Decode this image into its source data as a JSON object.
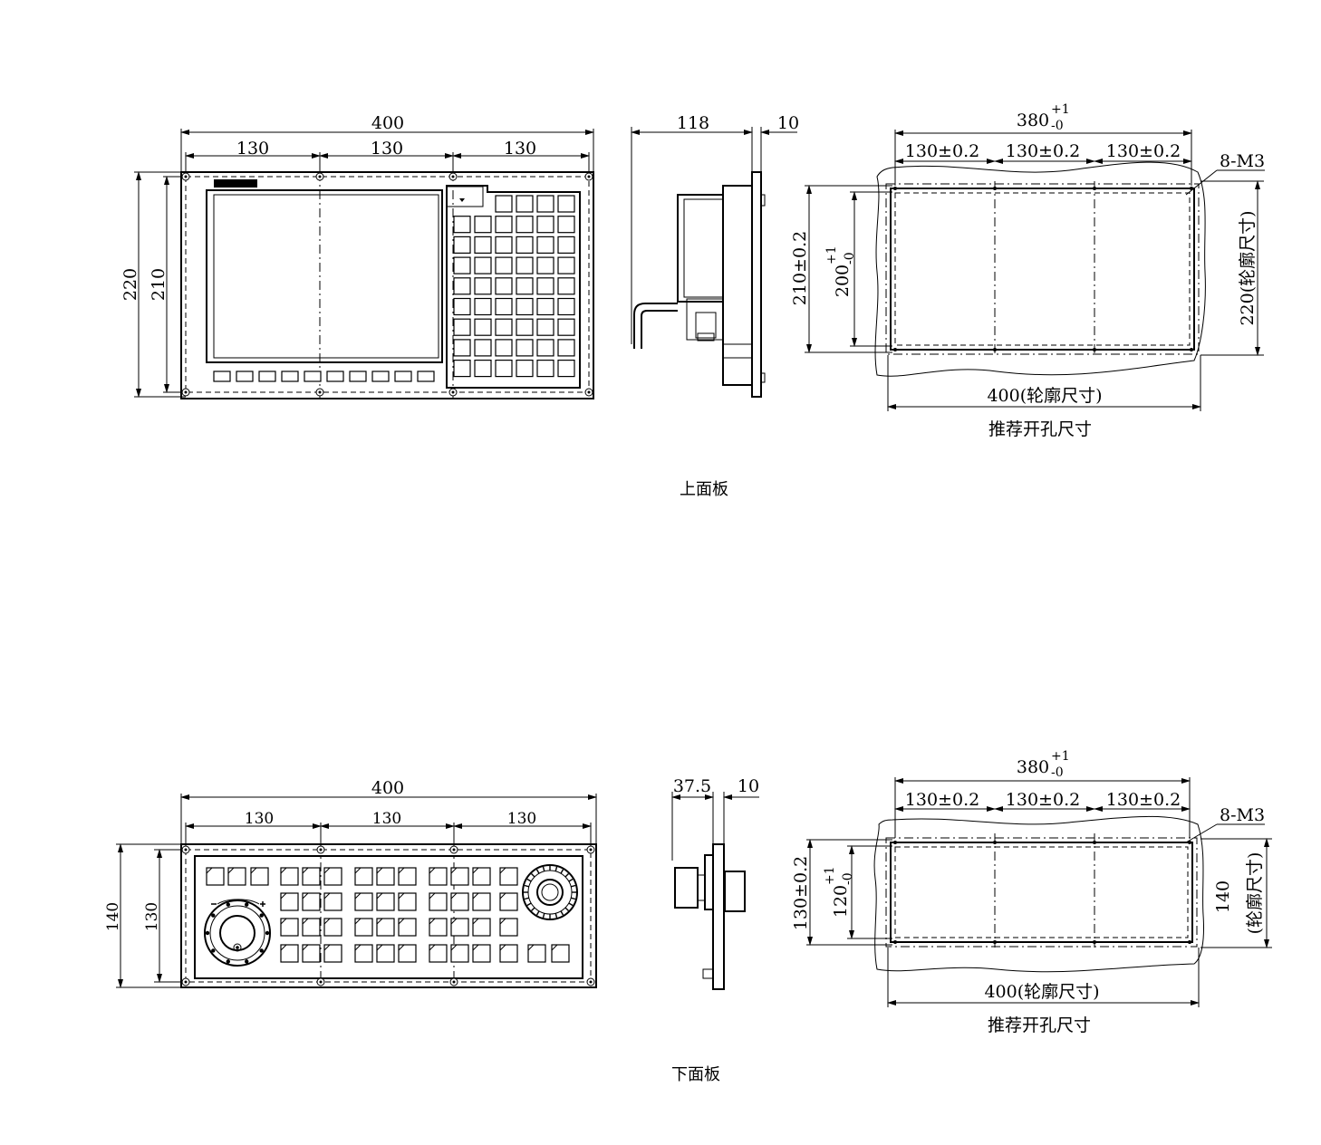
{
  "top_panel": {
    "caption": "上面板",
    "front": {
      "overall_width": "400",
      "seg_1": "130",
      "seg_2": "130",
      "seg_3": "130",
      "height_outer": "220",
      "height_inner": "210"
    },
    "side": {
      "depth": "118",
      "thickness": "10"
    },
    "cutout": {
      "width": "380",
      "tol_upper": "+1",
      "tol_lower": "-0",
      "seg_1": "130±0.2",
      "seg_2": "130±0.2",
      "seg_3": "130±0.2",
      "screws": "8-M3",
      "hole_spacing": "210±0.2",
      "height": "200",
      "height_tol_upper": "+1",
      "height_tol_lower": "-0",
      "outline_height": "220(轮廓尺寸)",
      "outline_width": "400(轮廓尺寸)",
      "note": "推荐开孔尺寸"
    }
  },
  "bottom_panel": {
    "caption": "下面板",
    "front": {
      "overall_width": "400",
      "seg_1": "130",
      "seg_2": "130",
      "seg_3": "130",
      "height_outer": "140",
      "height_inner": "130"
    },
    "side": {
      "depth": "37.5",
      "thickness": "10"
    },
    "cutout": {
      "width": "380",
      "tol_upper": "+1",
      "tol_lower": "-0",
      "seg_1": "130±0.2",
      "seg_2": "130±0.2",
      "seg_3": "130±0.2",
      "screws": "8-M3",
      "hole_spacing": "130±0.2",
      "height": "120",
      "height_tol_upper": "+1",
      "height_tol_lower": "-0",
      "outline_height_num": "140",
      "outline_height_note": "(轮廓尺寸)",
      "outline_width": "400(轮廓尺寸)",
      "note": "推荐开孔尺寸"
    }
  }
}
